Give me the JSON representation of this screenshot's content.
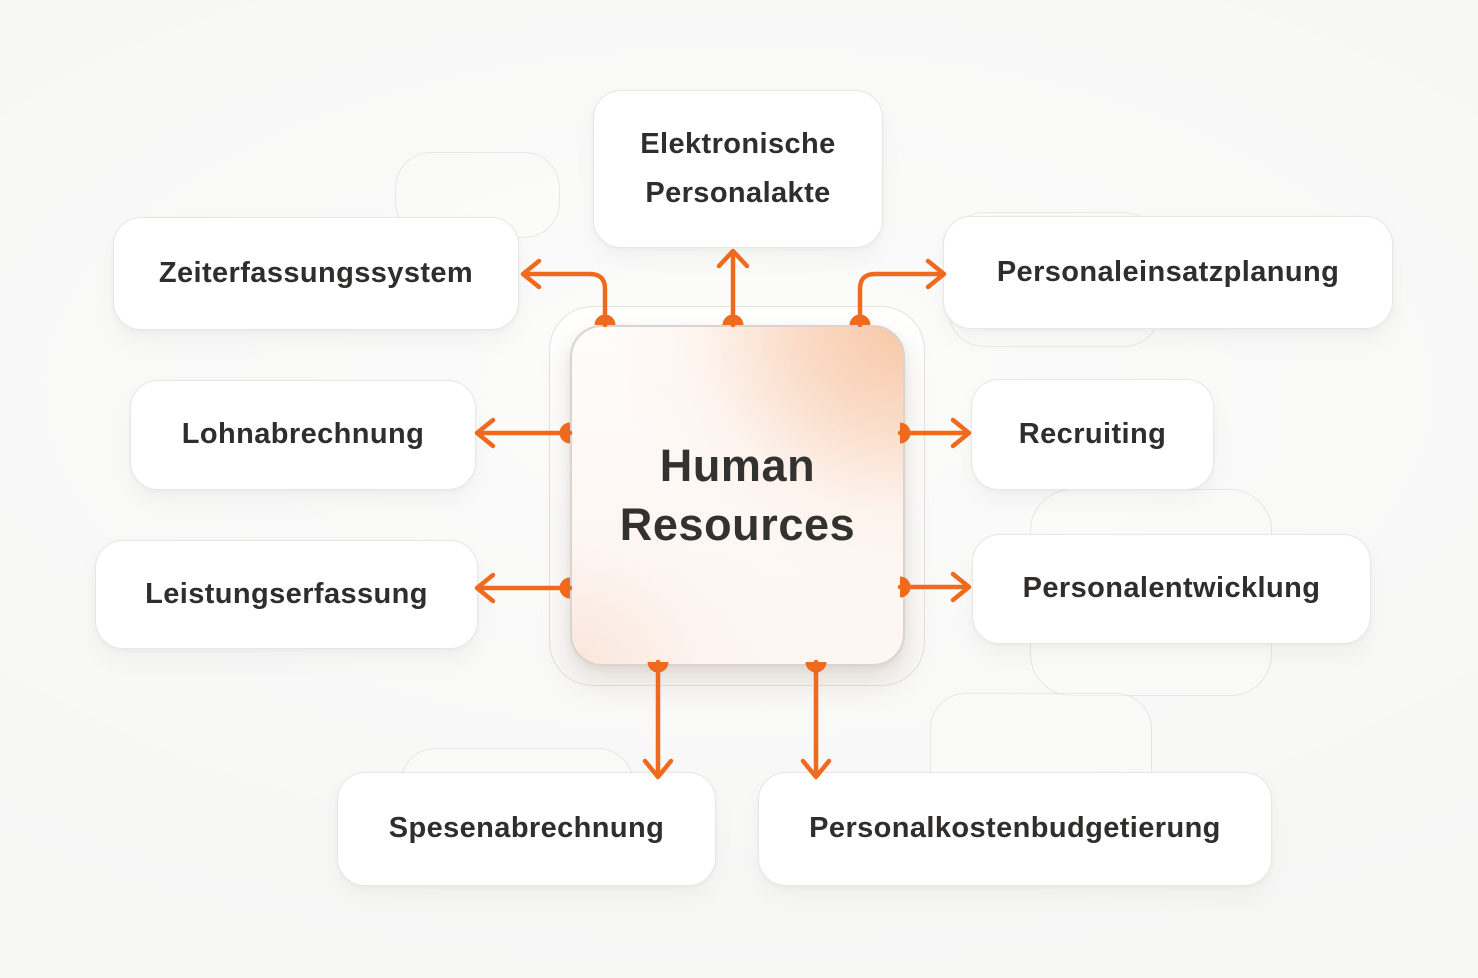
{
  "colors": {
    "accent": "#EE6A1F",
    "background": "#F6F6F5",
    "node_fill": "#FFFFFF",
    "node_border": "#EAE6E2",
    "text": "#2F2E2C",
    "center_gradient_peach": "#F8C7A6"
  },
  "center": {
    "id": "human-resources",
    "line1": "Human",
    "line2": "Resources"
  },
  "nodes": [
    {
      "id": "elektronische-personalakte",
      "line1": "Elektronische",
      "line2": "Personalakte"
    },
    {
      "id": "zeiterfassungssystem",
      "label": "Zeiterfassungssystem"
    },
    {
      "id": "personaleinsatzplanung",
      "label": "Personaleinsatzplanung"
    },
    {
      "id": "lohnabrechnung",
      "label": "Lohnabrechnung"
    },
    {
      "id": "recruiting",
      "label": "Recruiting"
    },
    {
      "id": "leistungserfassung",
      "label": "Leistungserfassung"
    },
    {
      "id": "personalentwicklung",
      "label": "Personalentwicklung"
    },
    {
      "id": "spesenabrechnung",
      "label": "Spesenabrechnung"
    },
    {
      "id": "personalkostenbudgetierung",
      "label": "Personalkostenbudgetierung"
    }
  ],
  "connections": [
    {
      "from": "human-resources",
      "to": "elektronische-personalakte",
      "direction": "up"
    },
    {
      "from": "human-resources",
      "to": "zeiterfassungssystem",
      "direction": "up-left"
    },
    {
      "from": "human-resources",
      "to": "personaleinsatzplanung",
      "direction": "up-right"
    },
    {
      "from": "human-resources",
      "to": "lohnabrechnung",
      "direction": "left"
    },
    {
      "from": "human-resources",
      "to": "recruiting",
      "direction": "right"
    },
    {
      "from": "human-resources",
      "to": "leistungserfassung",
      "direction": "left"
    },
    {
      "from": "human-resources",
      "to": "personalentwicklung",
      "direction": "right"
    },
    {
      "from": "human-resources",
      "to": "spesenabrechnung",
      "direction": "down"
    },
    {
      "from": "human-resources",
      "to": "personalkostenbudgetierung",
      "direction": "down"
    }
  ]
}
